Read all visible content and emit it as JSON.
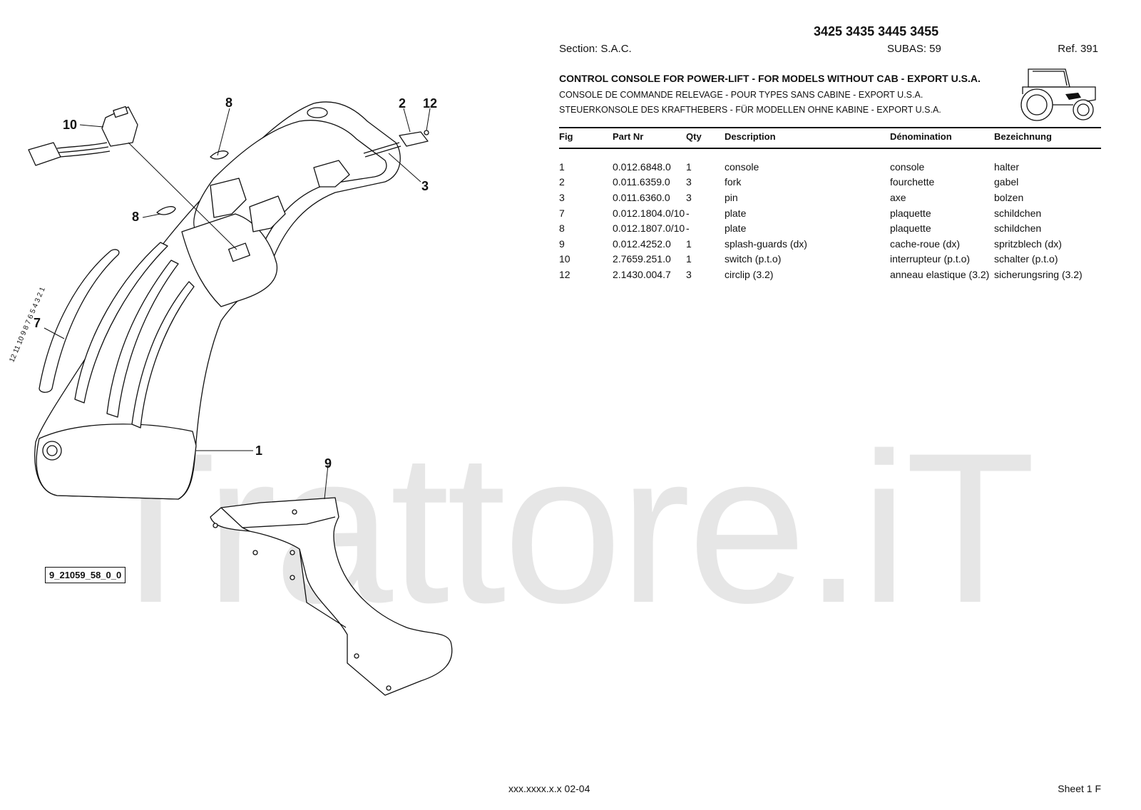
{
  "watermark": "Trattore.iT",
  "header": {
    "models": "3425 3435 3445 3455",
    "section": "Section: S.A.C.",
    "subas": "SUBAS: 59",
    "ref": "Ref. 391",
    "title_en": "CONTROL CONSOLE FOR POWER-LIFT - FOR MODELS WITHOUT CAB - EXPORT U.S.A.",
    "title_fr": "CONSOLE DE COMMANDE RELEVAGE - POUR TYPES SANS CABINE - EXPORT U.S.A.",
    "title_de": "STEUERKONSOLE DES KRAFTHEBERS - FÜR MODELLEN OHNE KABINE - EXPORT U.S.A."
  },
  "table": {
    "columns": [
      "Fig",
      "Part Nr",
      "Qty",
      "Description",
      "Dénomination",
      "Bezeichnung"
    ],
    "rows": [
      [
        "1",
        "0.012.6848.0",
        "1",
        "console",
        "console",
        "halter"
      ],
      [
        "2",
        "0.011.6359.0",
        "3",
        "fork",
        "fourchette",
        "gabel"
      ],
      [
        "3",
        "0.011.6360.0",
        "3",
        "pin",
        "axe",
        "bolzen"
      ],
      [
        "7",
        "0.012.1804.0/10",
        "-",
        "plate",
        "plaquette",
        "schildchen"
      ],
      [
        "8",
        "0.012.1807.0/10",
        "-",
        "plate",
        "plaquette",
        "schildchen"
      ],
      [
        "9",
        "0.012.4252.0",
        "1",
        "splash-guards (dx)",
        "cache-roue (dx)",
        "spritzblech (dx)"
      ],
      [
        "10",
        "2.7659.251.0",
        "1",
        "switch (p.t.o)",
        "interrupteur (p.t.o)",
        "schalter (p.t.o)"
      ],
      [
        "12",
        "2.1430.004.7",
        "3",
        "circlip (3.2)",
        "anneau elastique (3.2)",
        "sicherungsring (3.2)"
      ]
    ]
  },
  "drawing": {
    "id": "9_21059_58_0_0",
    "scale_text": "12 11 10 9 8 7 6 5 4 3 2 1",
    "callouts": {
      "c1": "1",
      "c2": "2",
      "c3": "3",
      "c7": "7",
      "c8a": "8",
      "c8b": "8",
      "c9": "9",
      "c10": "10",
      "c12": "12"
    }
  },
  "footer": {
    "code": "xxx.xxxx.x.x  02-04",
    "sheet": "Sheet 1 F"
  }
}
